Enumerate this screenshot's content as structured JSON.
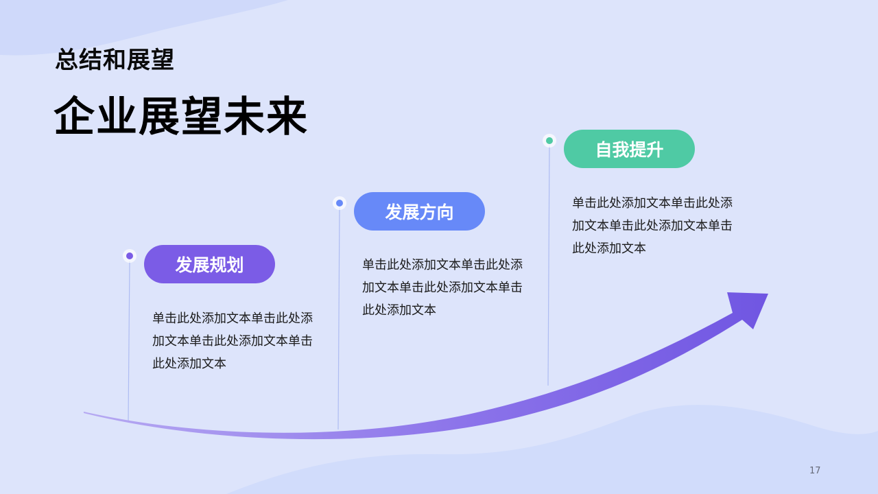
{
  "header": {
    "subtitle": "总结和展望",
    "title": "企业展望未来"
  },
  "steps": [
    {
      "label": "发展规划",
      "color": "#7b5ce6",
      "text": "单击此处添加文本单击此处添加文本单击此处添加文本单击此处添加文本"
    },
    {
      "label": "发展方向",
      "color": "#6789f8",
      "text": "单击此处添加文本单击此处添加文本单击此处添加文本单击此处添加文本"
    },
    {
      "label": "自我提升",
      "color": "#4fcaa4",
      "text": "单击此处添加文本单击此处添加文本单击此处添加文本单击此处添加文本"
    }
  ],
  "footer": {
    "page_number": "17"
  },
  "colors": {
    "background": "#dde4fb",
    "arrow": "#7358e2",
    "connector_line": "#aebcf2"
  }
}
